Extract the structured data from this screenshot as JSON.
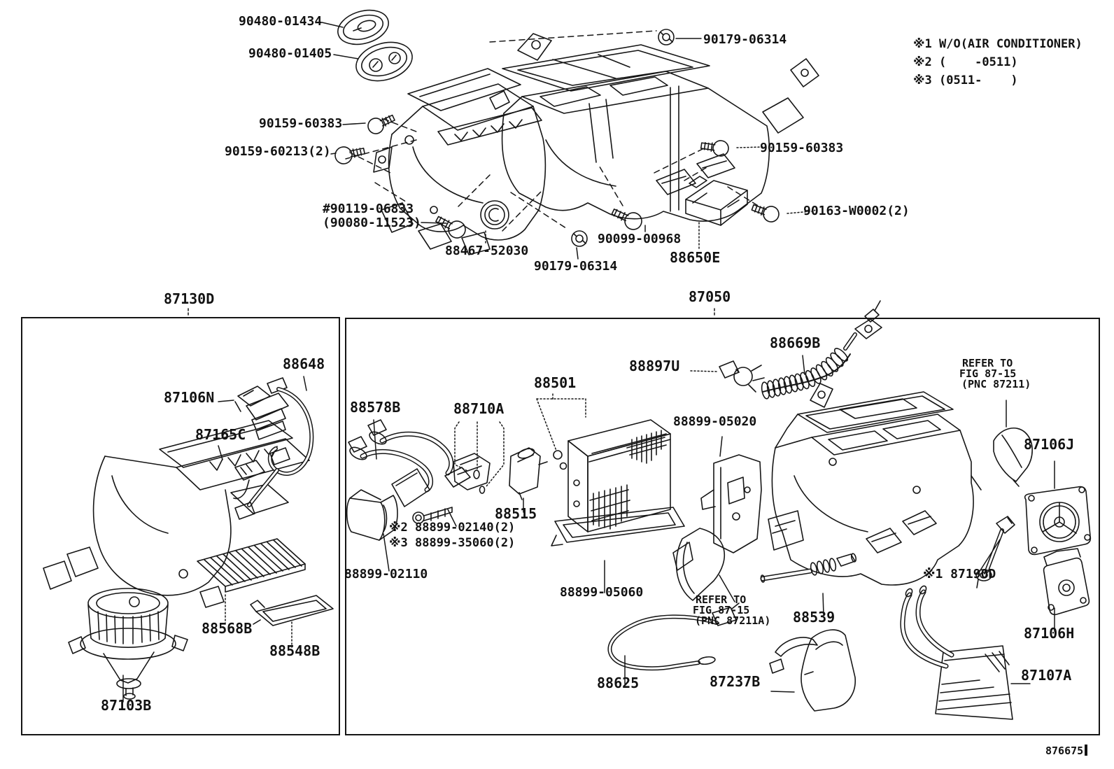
{
  "legend": {
    "note1": "※1 W/O(AIR CONDITIONER)",
    "note2": "※2 (    -0511)",
    "note3": "※3 (0511-    )"
  },
  "top_assembly": {
    "grommet_upper": "90480-01434",
    "grommet_lower": "90480-01405",
    "screw_upper_left": "90159-60383",
    "screw_lower_left": "90159-60213(2)",
    "bolt_primary": "#90119-06833",
    "bolt_alternate": "(90080-11523)",
    "plug": "88467-52030",
    "nut_lower": "90179-06314",
    "screw_center": "90099-00968",
    "bracket": "88650E",
    "screw_tapping": "90163-W0002(2)",
    "screw_upper_right": "90159-60383",
    "nut_upper": "90179-06314"
  },
  "blower_box": {
    "title": "87130D",
    "resistor": "87106N",
    "harness": "88648",
    "connector": "87165C",
    "filter": "88568B",
    "frame": "88548B",
    "motor": "87103B"
  },
  "unit_box": {
    "title": "87050",
    "heater_hose": "88669B",
    "thermistor": "88897U",
    "evaporator": "88501",
    "tube_assembly": "88578B",
    "valve_kit": "88710A",
    "actuator": "88899-05020",
    "servo_note": [
      "REFER TO",
      "FIG 87-15",
      "(PNC 87211)"
    ],
    "servo_round": "87106J",
    "valve": "88515",
    "bolt_early": "※2 88899-02140(2)",
    "bolt_late": "※3 88899-35060(2)",
    "cover_packing": "88899-02110",
    "tray": "88899-05060",
    "duct_note": [
      "REFER TO",
      "FIG 87-15",
      "(PNC 87211A)"
    ],
    "water_hose": "88539",
    "link": "※1 87190D",
    "servo_plate": "87106H",
    "heater_core": "87107A",
    "harness": "88625",
    "cover": "87237B"
  },
  "footer": {
    "figure_code": "876675"
  }
}
